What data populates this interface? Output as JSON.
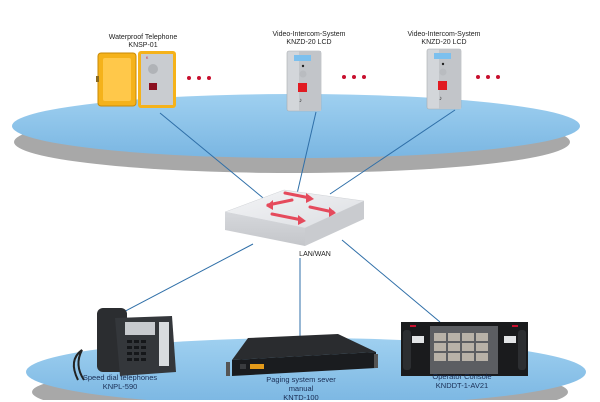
{
  "diagram": {
    "top_network": {
      "devices": [
        {
          "id": "waterproof-telephone",
          "title": "Waterproof Telephone",
          "model": "KNSP-01"
        },
        {
          "id": "video-intercom-1",
          "title": "Video-Intercom-System",
          "model": "KNZD-20 LCD"
        },
        {
          "id": "video-intercom-2",
          "title": "Video-Intercom-System",
          "model": "KNZD-20 LCD"
        }
      ],
      "continuation_marker": "..."
    },
    "switch": {
      "label": "LAN/WAN"
    },
    "bottom_network": {
      "devices": [
        {
          "id": "speed-dial-telephone",
          "title": "Speed dial telephones",
          "model": "KNPL-590"
        },
        {
          "id": "paging-server",
          "title": "Paging system sever",
          "subtitle": "manual",
          "model": "KNTD-100"
        },
        {
          "id": "operator-console",
          "title": "Operator Console",
          "model": "KNDDT-1-AV21"
        }
      ]
    },
    "colors": {
      "platform": "#8cc4ea",
      "platform_shadow": "#9a9a9a",
      "link": "#2f6fa8",
      "accent_red": "#c8102e",
      "housing_yellow": "#f5b21a"
    }
  }
}
